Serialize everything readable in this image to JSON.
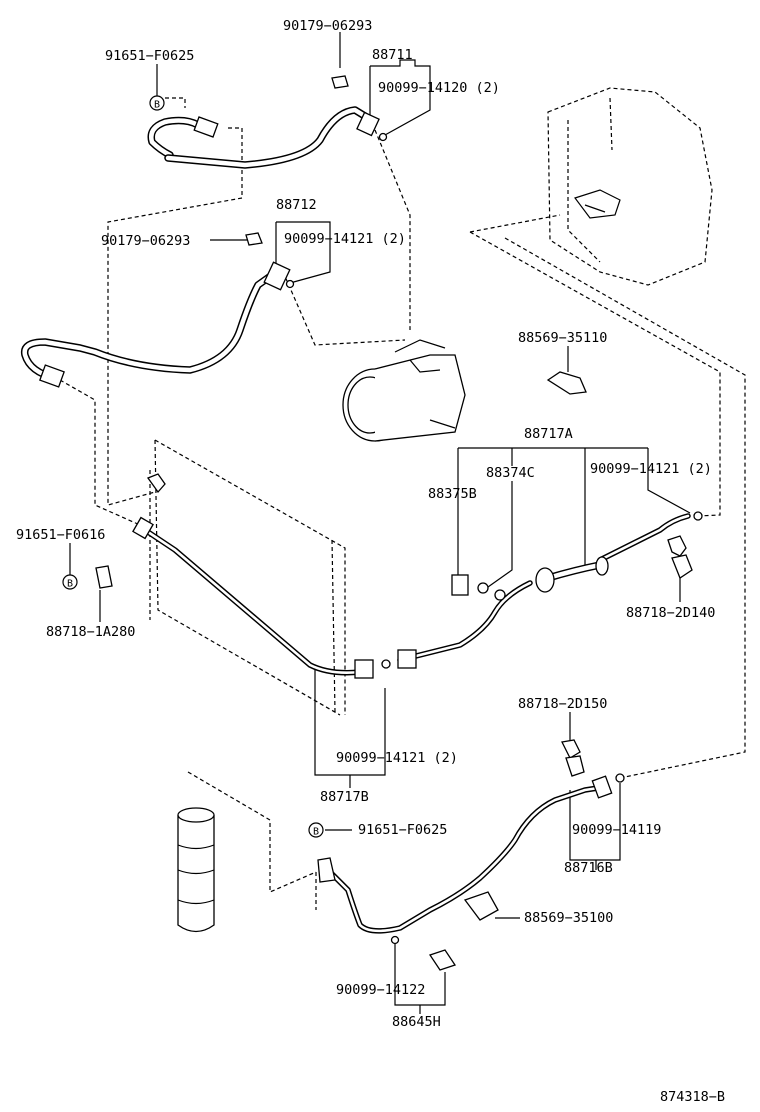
{
  "labels": {
    "p_90179_06293_top": "90179−06293",
    "p_91651_F0625_top": "91651−F0625",
    "p_88711": "88711",
    "p_90099_14120": "90099−14120 (2)",
    "p_88712": "88712",
    "p_90179_06293_mid": "90179−06293",
    "p_90099_14121_a": "90099−14121 (2)",
    "p_88569_35110": "88569−35110",
    "p_88717A": "88717A",
    "p_88374C": "88374C",
    "p_90099_14121_b": "90099−14121 (2)",
    "p_88375B": "88375B",
    "p_91651_F0616": "91651−F0616",
    "p_88718_1A280": "88718−1A280",
    "p_88718_2D140": "88718−2D140",
    "p_88718_2D150": "88718−2D150",
    "p_90099_14121_c": "90099−14121 (2)",
    "p_88717B": "88717B",
    "p_91651_F0625_bot": "91651−F0625",
    "p_90099_14119": "90099−14119",
    "p_88716B": "88716B",
    "p_88569_35100": "88569−35100",
    "p_90099_14122": "90099−14122",
    "p_88645H": "88645H",
    "diagram_id": "874318−B",
    "circle_b": "B"
  }
}
